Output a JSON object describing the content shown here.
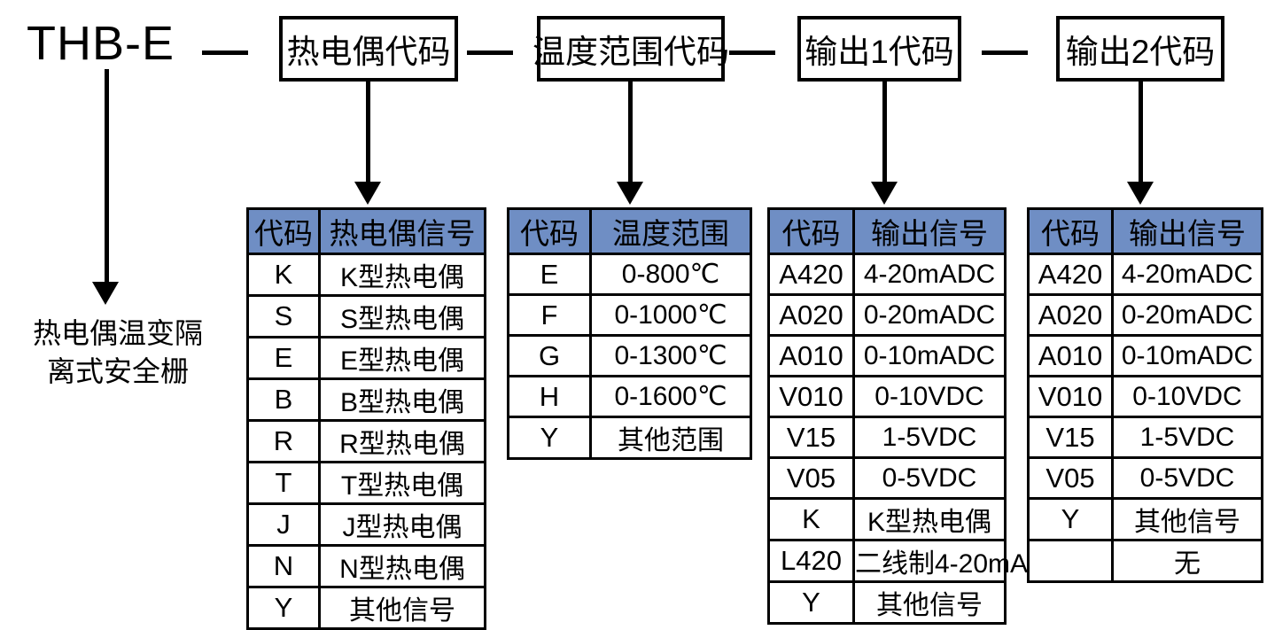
{
  "header": {
    "model_prefix": "THB-E",
    "separator": "—",
    "boxes": [
      {
        "label": "热电偶代码"
      },
      {
        "label": "温度范围代码"
      },
      {
        "label": "输出1代码"
      },
      {
        "label": "输出2代码"
      }
    ]
  },
  "product": {
    "description_line1": "热电偶温变隔",
    "description_line2": "离式安全栅"
  },
  "colors": {
    "header_blue": "#6f8ec4",
    "border": "#000000",
    "background": "#ffffff"
  },
  "tables": [
    {
      "name": "thermocouple-code-table",
      "columns": [
        "代码",
        "热电偶信号"
      ],
      "rows": [
        {
          "code": "K",
          "signal": "K型热电偶"
        },
        {
          "code": "S",
          "signal": "S型热电偶"
        },
        {
          "code": "E",
          "signal": "E型热电偶"
        },
        {
          "code": "B",
          "signal": "B型热电偶"
        },
        {
          "code": "R",
          "signal": "R型热电偶"
        },
        {
          "code": "T",
          "signal": "T型热电偶"
        },
        {
          "code": "J",
          "signal": "J型热电偶"
        },
        {
          "code": "N",
          "signal": "N型热电偶"
        },
        {
          "code": "Y",
          "signal": "其他信号"
        }
      ]
    },
    {
      "name": "temperature-range-code-table",
      "columns": [
        "代码",
        "温度范围"
      ],
      "rows": [
        {
          "code": "E",
          "signal": "0-800℃"
        },
        {
          "code": "F",
          "signal": "0-1000℃"
        },
        {
          "code": "G",
          "signal": "0-1300℃"
        },
        {
          "code": "H",
          "signal": "0-1600℃"
        },
        {
          "code": "Y",
          "signal": "其他范围"
        }
      ]
    },
    {
      "name": "output1-code-table",
      "columns": [
        "代码",
        "输出信号"
      ],
      "rows": [
        {
          "code": "A420",
          "signal": "4-20mADC"
        },
        {
          "code": "A020",
          "signal": "0-20mADC"
        },
        {
          "code": "A010",
          "signal": "0-10mADC"
        },
        {
          "code": "V010",
          "signal": "0-10VDC"
        },
        {
          "code": "V15",
          "signal": "1-5VDC"
        },
        {
          "code": "V05",
          "signal": "0-5VDC"
        },
        {
          "code": "K",
          "signal": "K型热电偶"
        },
        {
          "code": "L420",
          "signal": "二线制4-20mA"
        },
        {
          "code": "Y",
          "signal": "其他信号"
        }
      ]
    },
    {
      "name": "output2-code-table",
      "columns": [
        "代码",
        "输出信号"
      ],
      "rows": [
        {
          "code": "A420",
          "signal": "4-20mADC"
        },
        {
          "code": "A020",
          "signal": "0-20mADC"
        },
        {
          "code": "A010",
          "signal": "0-10mADC"
        },
        {
          "code": "V010",
          "signal": "0-10VDC"
        },
        {
          "code": "V15",
          "signal": "1-5VDC"
        },
        {
          "code": "V05",
          "signal": "0-5VDC"
        },
        {
          "code": "Y",
          "signal": "其他信号"
        },
        {
          "code": "",
          "signal": "无"
        }
      ]
    }
  ]
}
